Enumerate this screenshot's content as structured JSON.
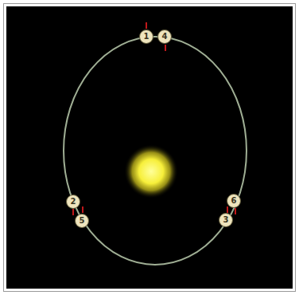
{
  "diagram": {
    "nodes": [
      {
        "text": [
          "1"
        ]
      },
      {
        "text": [
          "4"
        ]
      },
      {
        "text": [
          "2"
        ]
      },
      {
        "text": [
          "6"
        ]
      },
      {
        "text": [
          "5"
        ]
      },
      {
        "text": [
          "3"
        ]
      }
    ]
  }
}
